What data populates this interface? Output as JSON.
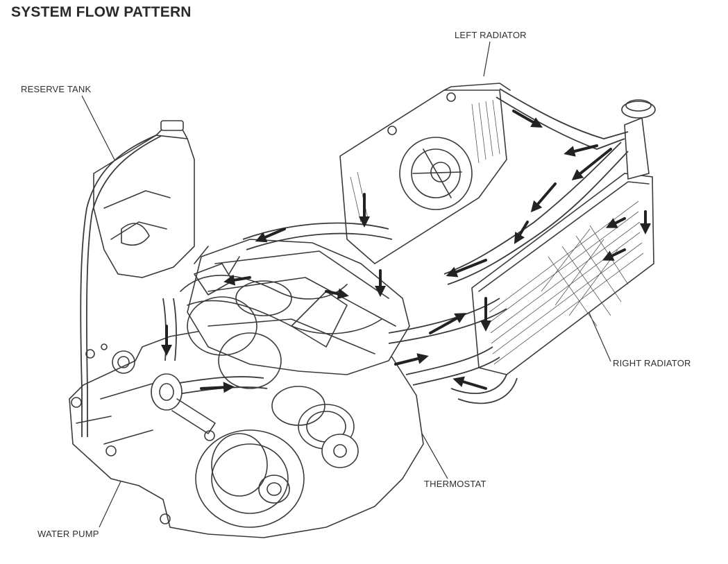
{
  "title": "SYSTEM FLOW PATTERN",
  "labels": {
    "left_radiator": "LEFT RADIATOR",
    "reserve_tank": "RESERVE TANK",
    "right_radiator": "RIGHT RADIATOR",
    "thermostat": "THERMOSTAT",
    "water_pump": "WATER PUMP"
  }
}
